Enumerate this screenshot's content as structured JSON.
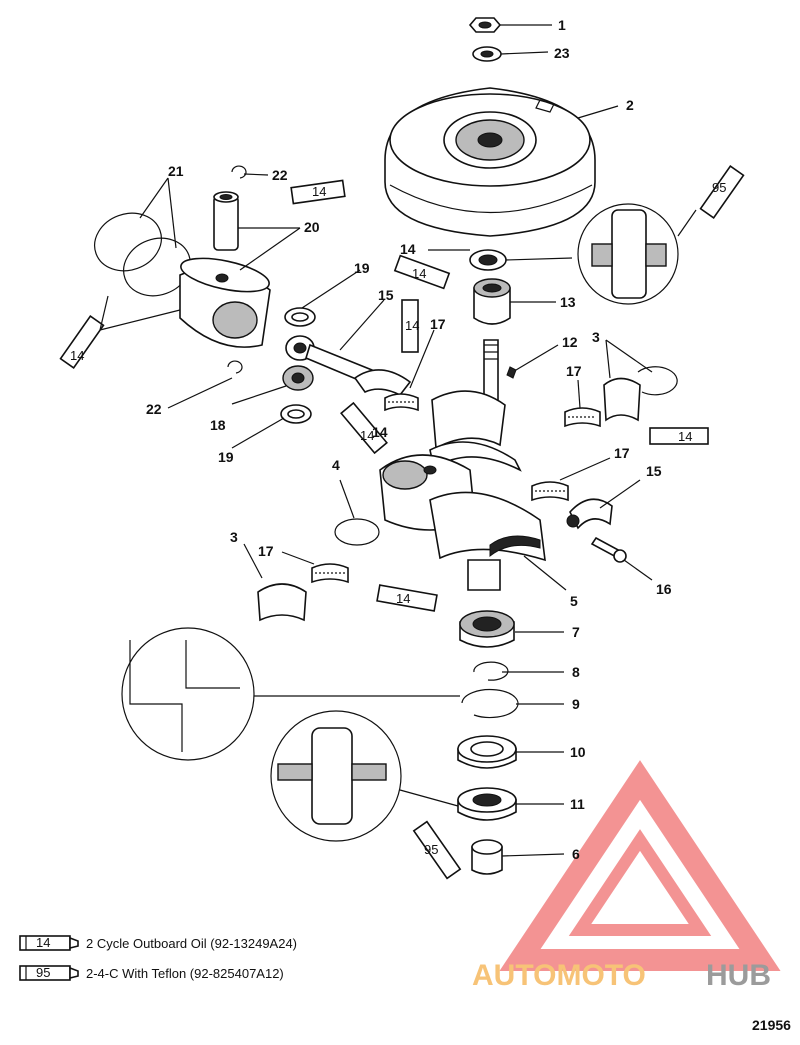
{
  "callouts": [
    "1",
    "23",
    "2",
    "22",
    "21",
    "20",
    "14",
    "19",
    "15",
    "13",
    "17",
    "12",
    "3",
    "22",
    "18",
    "19",
    "17",
    "14",
    "4",
    "17",
    "15",
    "3",
    "17",
    "16",
    "5",
    "7",
    "8",
    "9",
    "10",
    "11",
    "6"
  ],
  "tube_labels": [
    "14",
    "14",
    "14",
    "14",
    "14",
    "14",
    "14",
    "95",
    "95"
  ],
  "legend": [
    {
      "code": "14",
      "text": "2 Cycle Outboard Oil (92-13249A24)"
    },
    {
      "code": "95",
      "text": "2-4-C  With Teflon (92-825407A12)"
    }
  ],
  "figure_number": "21956",
  "watermark": {
    "text_a": "AUTOMOTO",
    "text_b": "HUB",
    "colors": {
      "red": "#f07070",
      "orange": "#f5b04a",
      "grey": "#7a7a7a"
    }
  }
}
